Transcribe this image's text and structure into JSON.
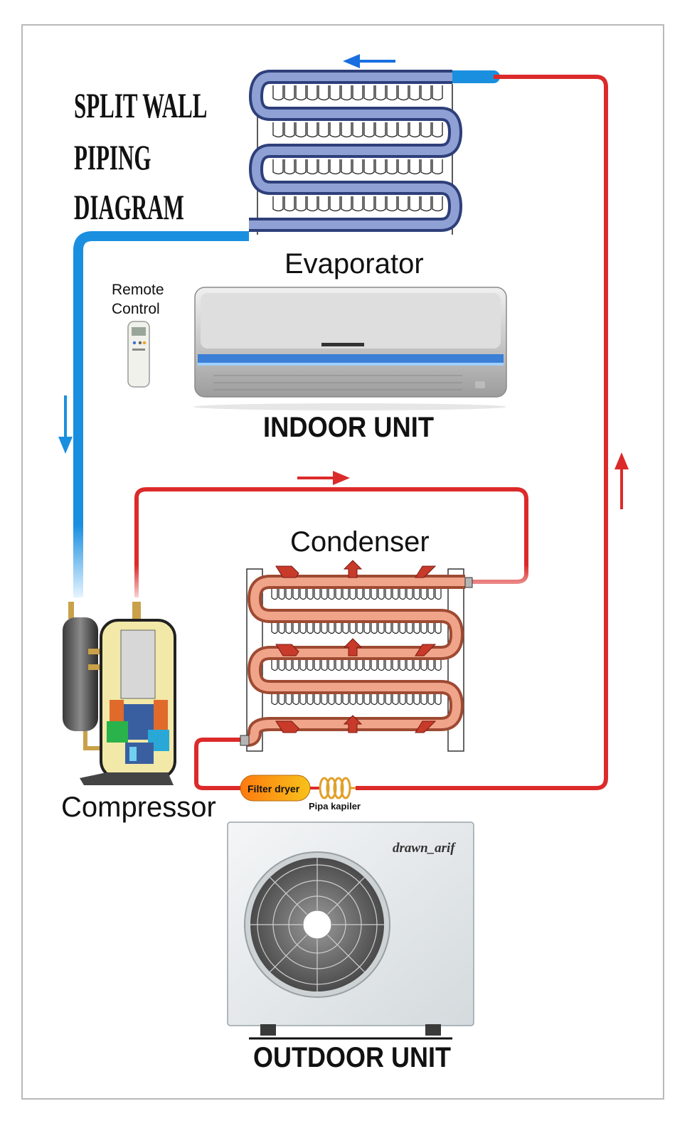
{
  "title": {
    "lines": [
      "SPLIT WALL",
      "PIPING",
      "DIAGRAM"
    ]
  },
  "labels": {
    "evaporator": "Evaporator",
    "remote_control_1": "Remote",
    "remote_control_2": "Control",
    "indoor_unit": "INDOOR UNIT",
    "condenser": "Condenser",
    "compressor": "Compressor",
    "filter_dryer": "Filter dryer",
    "capillary_tube": "Pipa kapiler",
    "outdoor_unit": "OUTDOOR UNIT",
    "signature": "drawn_arif"
  },
  "colors": {
    "hot_line": "#dc2a2a",
    "cold_line": "#1a8fe0",
    "evaporator_coil": "#3f5fa8",
    "condenser_coil": "#d9795a",
    "filter_dryer": "#f0a21a"
  }
}
